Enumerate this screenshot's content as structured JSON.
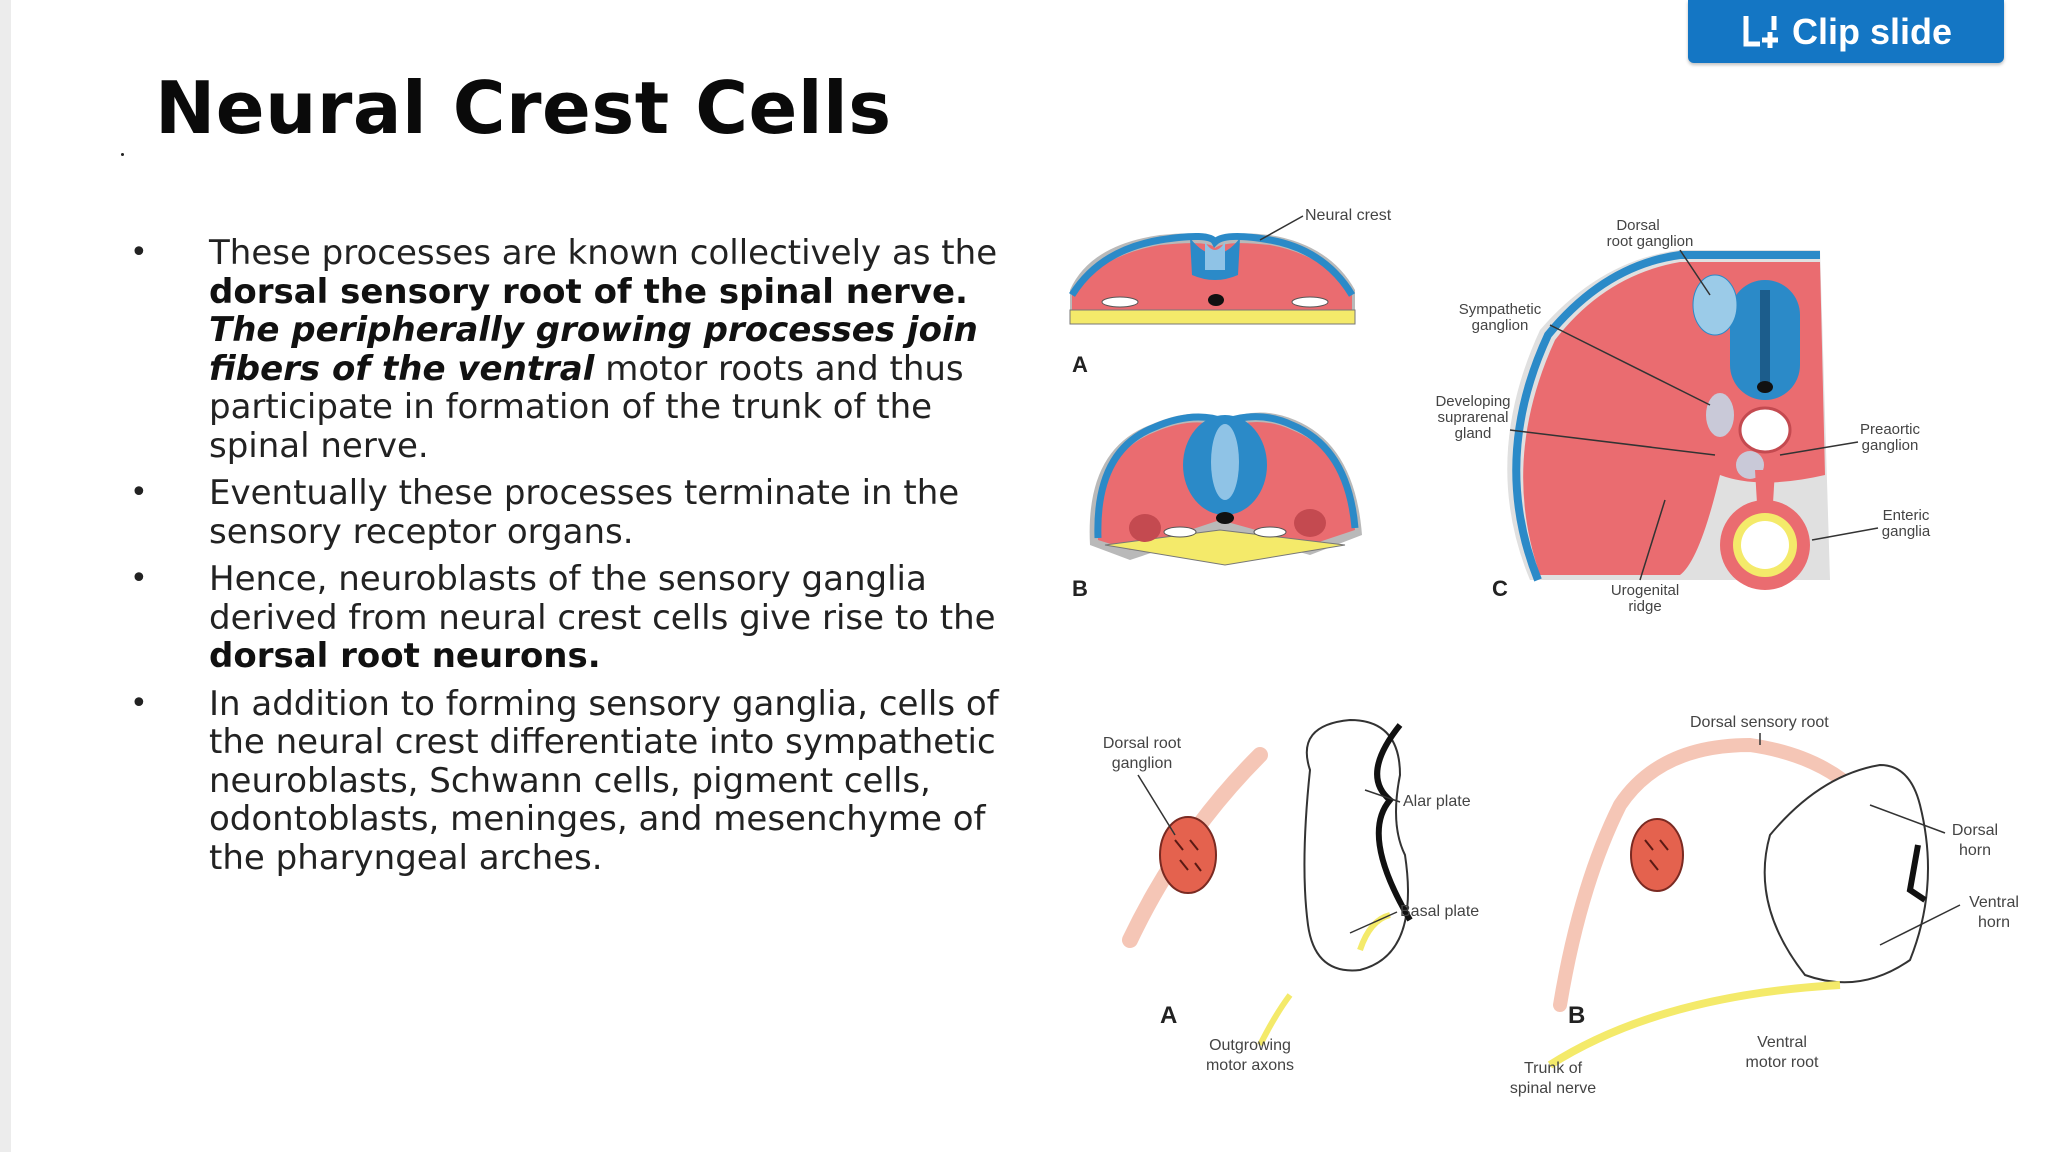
{
  "toolbar": {
    "clip_label": "Clip slide"
  },
  "slide": {
    "title": "Neural Crest Cells",
    "bullets": [
      {
        "segments": [
          {
            "text": "These processes are known collectively as the ",
            "style": "normal"
          },
          {
            "text": "dorsal sensory root of the spinal nerve. ",
            "style": "bold"
          },
          {
            "text": "The peripherally growing processes join fibers of the ventral",
            "style": "bold-italic"
          },
          {
            "text": " motor roots and thus participate in formation of the trunk of the spinal nerve.",
            "style": "normal"
          }
        ]
      },
      {
        "segments": [
          {
            "text": " Eventually these processes terminate in the sensory receptor organs.",
            "style": "normal"
          }
        ]
      },
      {
        "segments": [
          {
            "text": "Hence, neuroblasts of the sensory ganglia derived from neural crest cells give rise to the ",
            "style": "normal"
          },
          {
            "text": "dorsal root neurons.",
            "style": "bold"
          }
        ]
      },
      {
        "segments": [
          {
            "text": " In addition to forming sensory ganglia, cells of the neural crest differentiate into sympathetic neuroblasts, Schwann cells, pigment cells, odontoblasts, meninges, and mesenchyme of the pharyngeal arches.",
            "style": "normal"
          }
        ]
      }
    ]
  },
  "figure_top": {
    "panel_a": "A",
    "panel_b": "B",
    "panel_c": "C",
    "neural_crest": "Neural crest",
    "dorsal_root_ganglion": [
      "Dorsal",
      "root ganglion"
    ],
    "sympathetic_ganglion": [
      "Sympathetic",
      "ganglion"
    ],
    "suprarenal_gland": [
      "Developing",
      "suprarenal",
      "gland"
    ],
    "preaortic_ganglion": [
      "Preaortic",
      "ganglion"
    ],
    "enteric_ganglia": [
      "Enteric",
      "ganglia"
    ],
    "urogenital_ridge": [
      "Urogenital",
      "ridge"
    ]
  },
  "figure_bottom": {
    "panel_a": "A",
    "panel_b": "B",
    "dorsal_root_ganglion": [
      "Dorsal root",
      "ganglion"
    ],
    "alar_plate": "Alar plate",
    "basal_plate": "Basal plate",
    "outgrowing_axons": [
      "Outgrowing",
      "motor axons"
    ],
    "dorsal_sensory_root": "Dorsal sensory root",
    "dorsal_horn": [
      "Dorsal",
      "horn"
    ],
    "ventral_horn": [
      "Ventral",
      "horn"
    ],
    "trunk_spinal_nerve": [
      "Trunk of",
      "spinal nerve"
    ],
    "ventral_motor_root": [
      "Ventral",
      "motor root"
    ]
  },
  "colors": {
    "button": "#1476c4",
    "tissue_red": "#ea6c70",
    "neural_blue": "#2b8ac8",
    "yellow": "#f4ea6a"
  }
}
